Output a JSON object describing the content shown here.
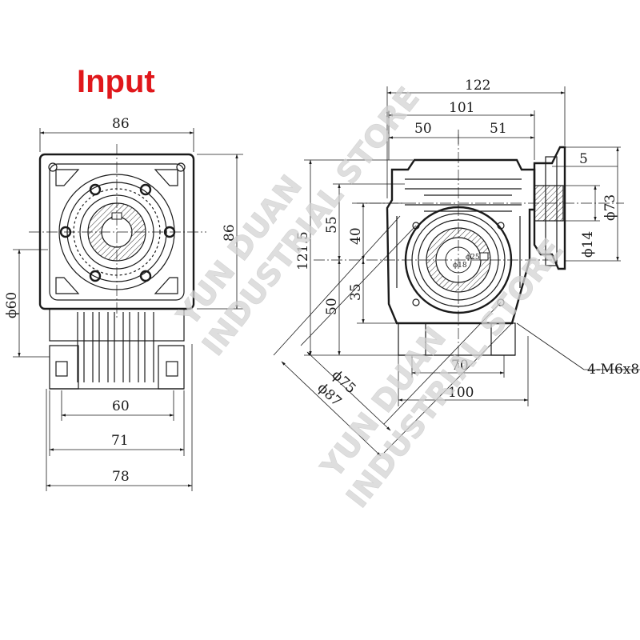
{
  "title": "Input",
  "colors": {
    "title": "#e0171b",
    "line": "#1a1a1a",
    "watermark": "#c8c8c8"
  },
  "watermark": {
    "line1": "YUN DUAN",
    "line2": "INDUSTRIAL STORE"
  },
  "left_view": {
    "dim_top_width": "86",
    "dim_right_height": "86",
    "dim_left_diameter": "ϕ60",
    "dim_bottom_60": "60",
    "dim_bottom_71": "71",
    "dim_bottom_78": "78"
  },
  "right_view": {
    "dim_122": "122",
    "dim_101": "101",
    "dim_50_top": "50",
    "dim_51": "51",
    "dim_5": "5",
    "dim_phi73": "ϕ73",
    "dim_phi14": "ϕ14",
    "dim_121_5": "121.5",
    "dim_55": "55",
    "dim_40": "40",
    "dim_35": "35",
    "dim_50_left": "50",
    "dim_phi75": "ϕ75",
    "dim_phi87": "ϕ87",
    "dim_70": "70",
    "dim_100": "100",
    "bolt_callout": "4-M6x8",
    "bore_phi18": "ϕ18",
    "bore_phi25": "ϕ25"
  }
}
